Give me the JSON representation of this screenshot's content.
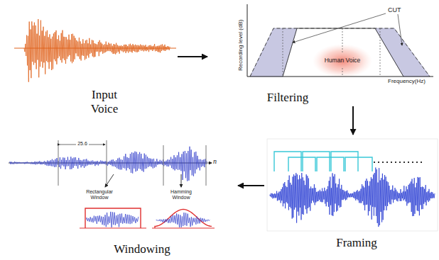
{
  "diagram": {
    "nodes": [
      {
        "text": [
          "Input Voice"
        ]
      },
      {
        "text": [
          "Filtering"
        ]
      },
      {
        "text": [
          "Framing"
        ]
      },
      {
        "text": [
          "Windowing"
        ]
      }
    ],
    "edges": [
      {
        "from": 0,
        "to": 1,
        "arrow": "to"
      },
      {
        "from": 1,
        "to": 2,
        "arrow": "to"
      },
      {
        "from": 2,
        "to": 3,
        "arrow": "to"
      }
    ],
    "labels": [
      "CUT",
      "Human Voice",
      "Recording level (dB)",
      "Frequency(Hz)",
      "25.6",
      "n",
      "Rectangular Window",
      "Hamming Window"
    ]
  }
}
